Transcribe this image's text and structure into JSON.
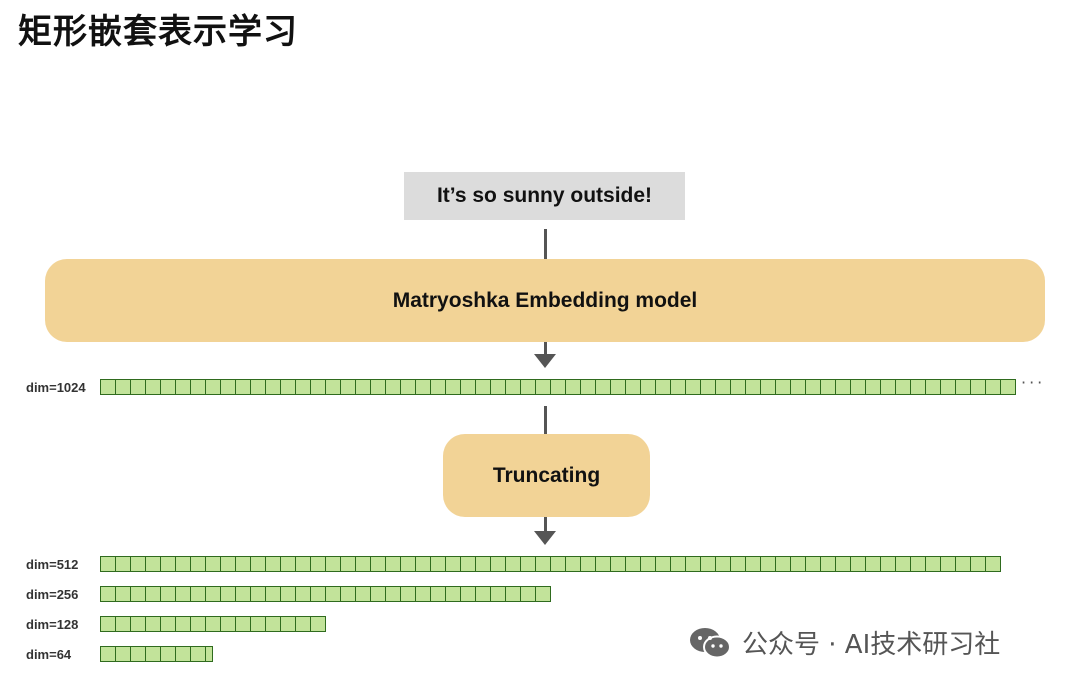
{
  "title": "矩形嵌套表示学习",
  "diagram": {
    "input_text": "It’s so sunny outside!",
    "model_label": "Matryoshka Embedding model",
    "truncating_label": "Truncating",
    "full_embedding_label": "dim=1024",
    "continuation": "···",
    "truncated_labels": [
      "dim=512",
      "dim=256",
      "dim=128",
      "dim=64"
    ]
  },
  "watermark": {
    "text": "公众号 · AI技术研习社",
    "icon": "wechat-icon"
  },
  "colors": {
    "model_fill": "#f2d396",
    "input_fill": "#dcdcdc",
    "cell_fill": "#c2e39a",
    "cell_border": "#2f6b1e",
    "arrow": "#555555"
  }
}
